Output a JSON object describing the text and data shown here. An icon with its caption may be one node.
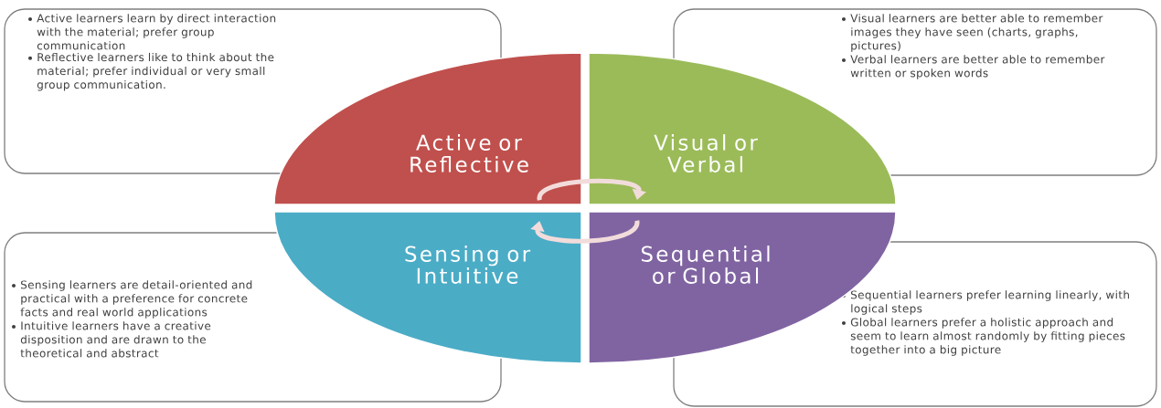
{
  "diagram": {
    "nodes": [
      {
        "text": [
          "Active learners learn by direct interaction with the material; prefer group communication",
          "Reflective learners like to think about the material; prefer individual or very small group communication."
        ]
      },
      {
        "text": [
          "Visual learners are better able to remember images they have seen (charts, graphs, pictures)",
          "Verbal learners are better able to remember written or spoken words"
        ]
      },
      {
        "text": [
          "Active or Reflective"
        ]
      },
      {
        "text": [
          "Visual or Verbal"
        ]
      },
      {
        "text": [
          "Sensing or Intuitive"
        ]
      },
      {
        "text": [
          "Sequential or Global"
        ]
      },
      {
        "text": [
          "Sensing learners are detail-oriented and practical with a preference for concrete facts and real world applications",
          "Intuitive learners have a creative disposition and are drawn to the theoretical and abstract"
        ]
      },
      {
        "text": [
          "Sequential learners prefer learning linearly, with logical steps",
          "Global learners prefer a holistic approach and seem to learn almost randomly by fitting pieces together into a big picture"
        ]
      }
    ],
    "edges": [
      {
        "from": 2,
        "to": 3,
        "arrow": "to"
      },
      {
        "from": 5,
        "to": 4,
        "arrow": "to"
      }
    ]
  }
}
